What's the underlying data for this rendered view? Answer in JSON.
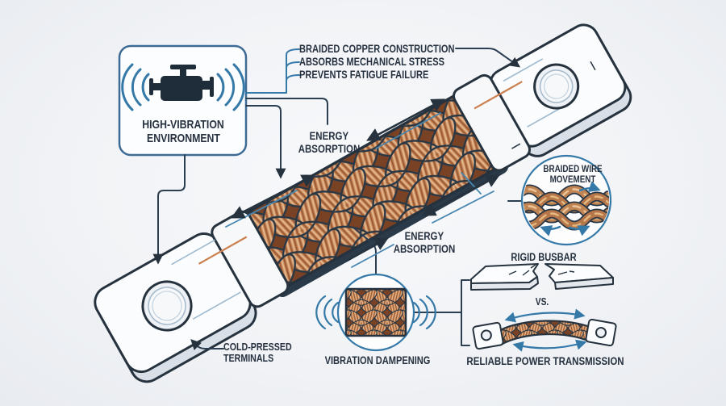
{
  "hv_box": {
    "line1": "HIGH-VIBRATION",
    "line2": "ENVIRONMENT",
    "icon": "engine-icon"
  },
  "construction_callout": {
    "lines": [
      "BRAIDED COPPER CONSTRUCTION",
      "ABSORBS MECHANICAL STRESS",
      "PREVENTS FATIGUE FAILURE"
    ]
  },
  "energy_absorption_upper": {
    "line1": "ENERGY",
    "line2": "ABSORPTION"
  },
  "energy_absorption_lower": {
    "line1": "ENERGY",
    "line2": "ABSORPTION"
  },
  "braided_wire_movement": {
    "line1": "BRAIDED WIRE",
    "line2": "MOVEMENT"
  },
  "vibration_dampening": {
    "label": "VIBRATION DAMPENING"
  },
  "cold_pressed_terminals": {
    "line1": "COLD-PRESSED",
    "line2": "TERMINALS"
  },
  "comparison": {
    "rigid_label": "RIGID BUSBAR",
    "versus_label": "VS.",
    "reliable_label": "RELIABLE POWER TRANSMISSION"
  },
  "icons": {
    "engine": "engine-icon",
    "vibration_waves": "vibration-waves-icon",
    "movement_arrows": "curved-arrow-icon"
  },
  "colors": {
    "outline_navy": "#26333f",
    "accent_blue": "#3579a8",
    "copper": "#c08552",
    "copper_dark": "#8f4e28",
    "copper_light": "#ecc49a",
    "terminal_white": "#fbfcfd",
    "background": "#f1f3f6"
  }
}
